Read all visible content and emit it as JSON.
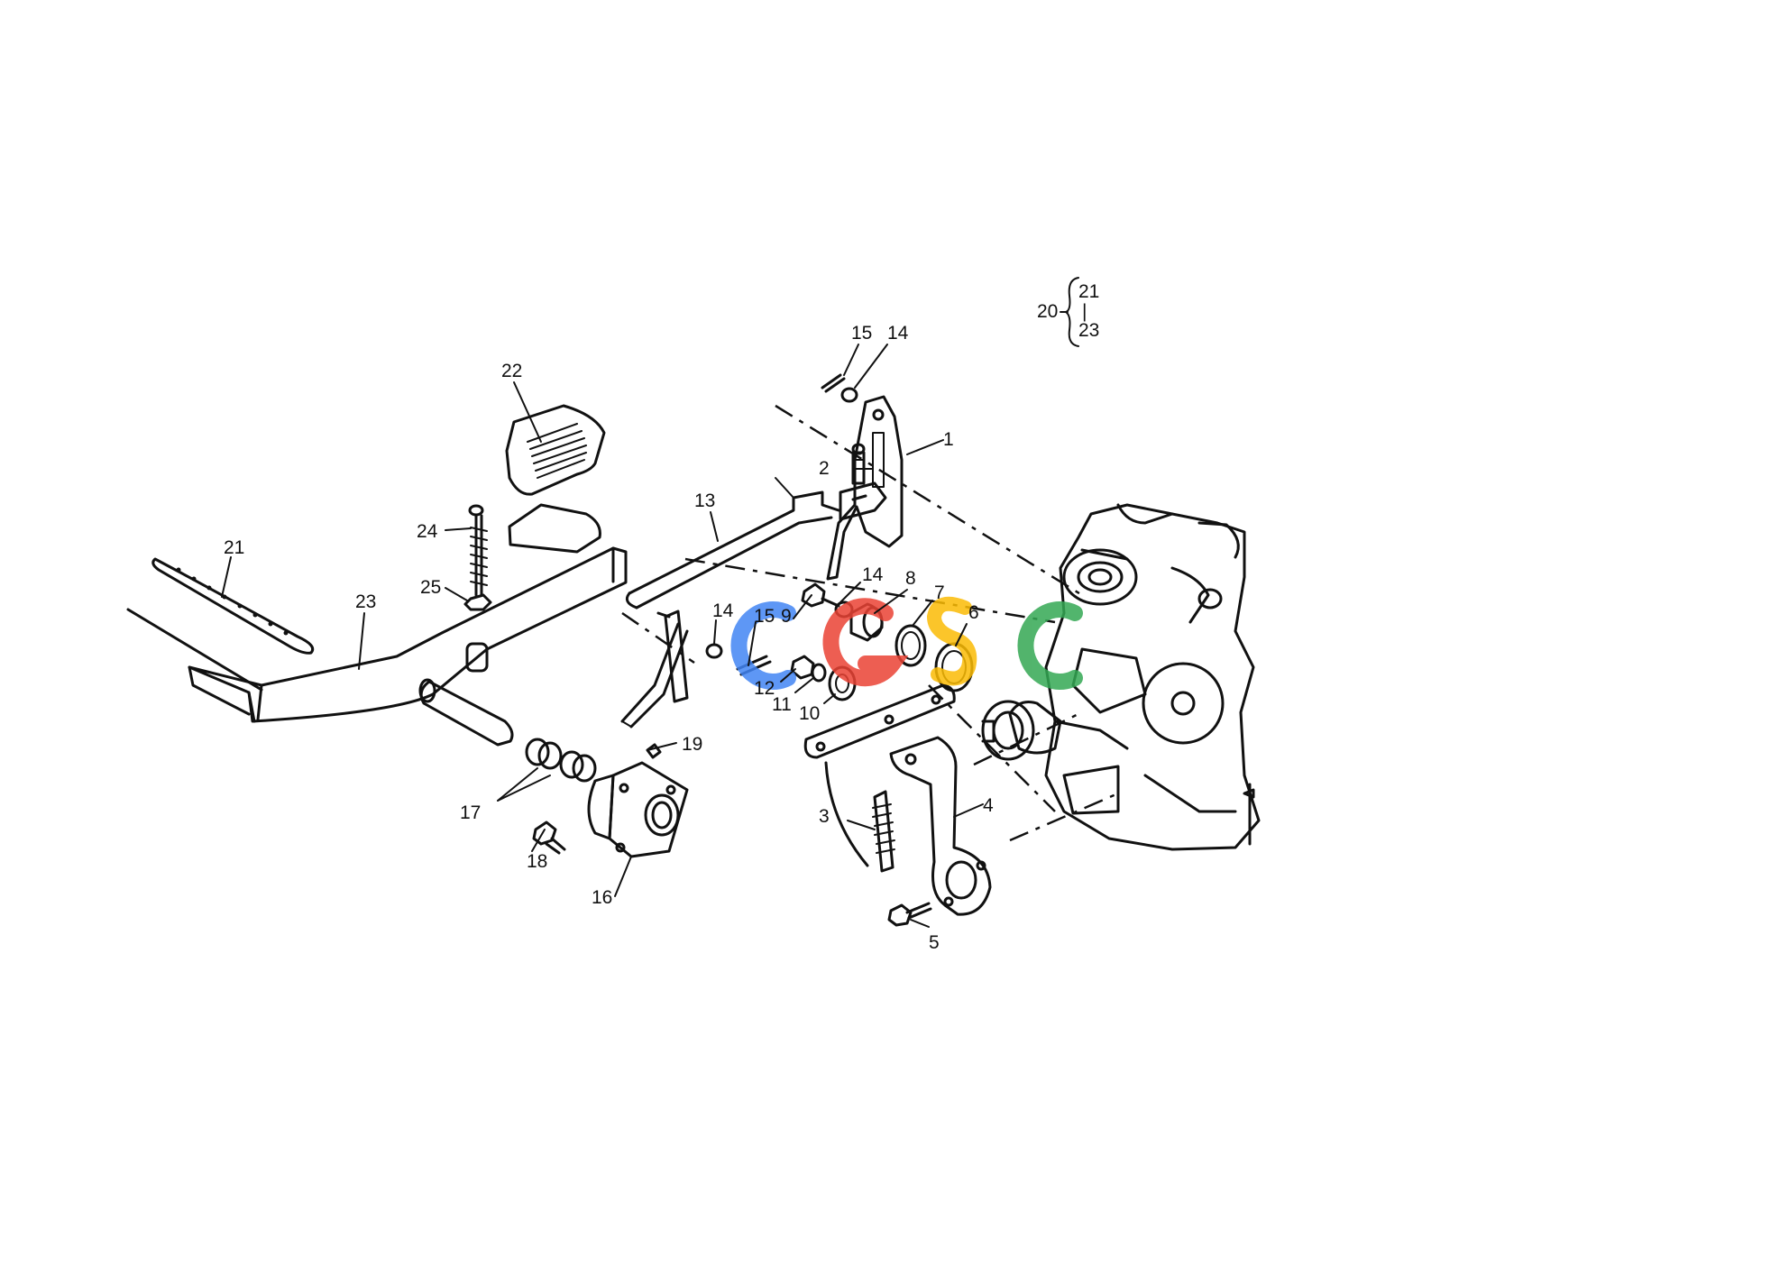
{
  "callouts": [
    {
      "id": "c1",
      "label": "1"
    },
    {
      "id": "c2",
      "label": "2"
    },
    {
      "id": "c3",
      "label": "3"
    },
    {
      "id": "c4",
      "label": "4"
    },
    {
      "id": "c5",
      "label": "5"
    },
    {
      "id": "c6",
      "label": "6"
    },
    {
      "id": "c7",
      "label": "7"
    },
    {
      "id": "c8",
      "label": "8"
    },
    {
      "id": "c9",
      "label": "9"
    },
    {
      "id": "c10",
      "label": "10"
    },
    {
      "id": "c11",
      "label": "11"
    },
    {
      "id": "c12",
      "label": "12"
    },
    {
      "id": "c13",
      "label": "13"
    },
    {
      "id": "c14a",
      "label": "14"
    },
    {
      "id": "c14b",
      "label": "14"
    },
    {
      "id": "c14c",
      "label": "14"
    },
    {
      "id": "c15a",
      "label": "15"
    },
    {
      "id": "c15b",
      "label": "15"
    },
    {
      "id": "c16",
      "label": "16"
    },
    {
      "id": "c17",
      "label": "17"
    },
    {
      "id": "c18",
      "label": "18"
    },
    {
      "id": "c19",
      "label": "19"
    },
    {
      "id": "c21",
      "label": "21"
    },
    {
      "id": "c22",
      "label": "22"
    },
    {
      "id": "c23",
      "label": "23"
    },
    {
      "id": "c24",
      "label": "24"
    },
    {
      "id": "c25",
      "label": "25"
    }
  ],
  "assembly_note": {
    "parent": "20",
    "first": "21",
    "separator": "|",
    "last": "23"
  },
  "watermark": {
    "text": "CGSC",
    "colors": [
      "#4285F4",
      "#EA4335",
      "#FBBC05",
      "#34A853"
    ]
  }
}
